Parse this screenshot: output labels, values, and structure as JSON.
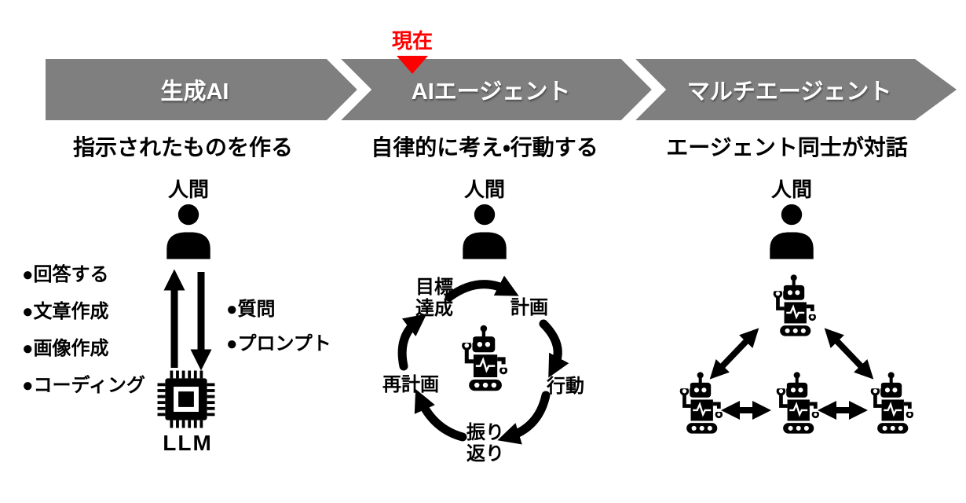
{
  "marker": {
    "label": "現在"
  },
  "stages": [
    {
      "label": "生成AI",
      "description": "指示されたものを作る"
    },
    {
      "label": "AIエージェント",
      "description": "自律的に考え・行動する"
    },
    {
      "label": "マルチエージェント",
      "description": "エージェント同士が対話"
    }
  ],
  "generative_ai": {
    "human_label": "人間",
    "capabilities": [
      "●回答する",
      "●文章作成",
      "●画像作成",
      "●コーディング"
    ],
    "inputs": [
      "●質問",
      "●プロンプト"
    ],
    "model_label": "LLM"
  },
  "ai_agent": {
    "human_label": "人間",
    "cycle_steps": [
      "目標達成",
      "計画",
      "行動",
      "振り返り",
      "再計画"
    ]
  },
  "multi_agent": {
    "human_label": "人間"
  },
  "colors": {
    "banner_gray": "#7f7f7f",
    "marker_red": "#ff0000",
    "ink": "#000000"
  }
}
